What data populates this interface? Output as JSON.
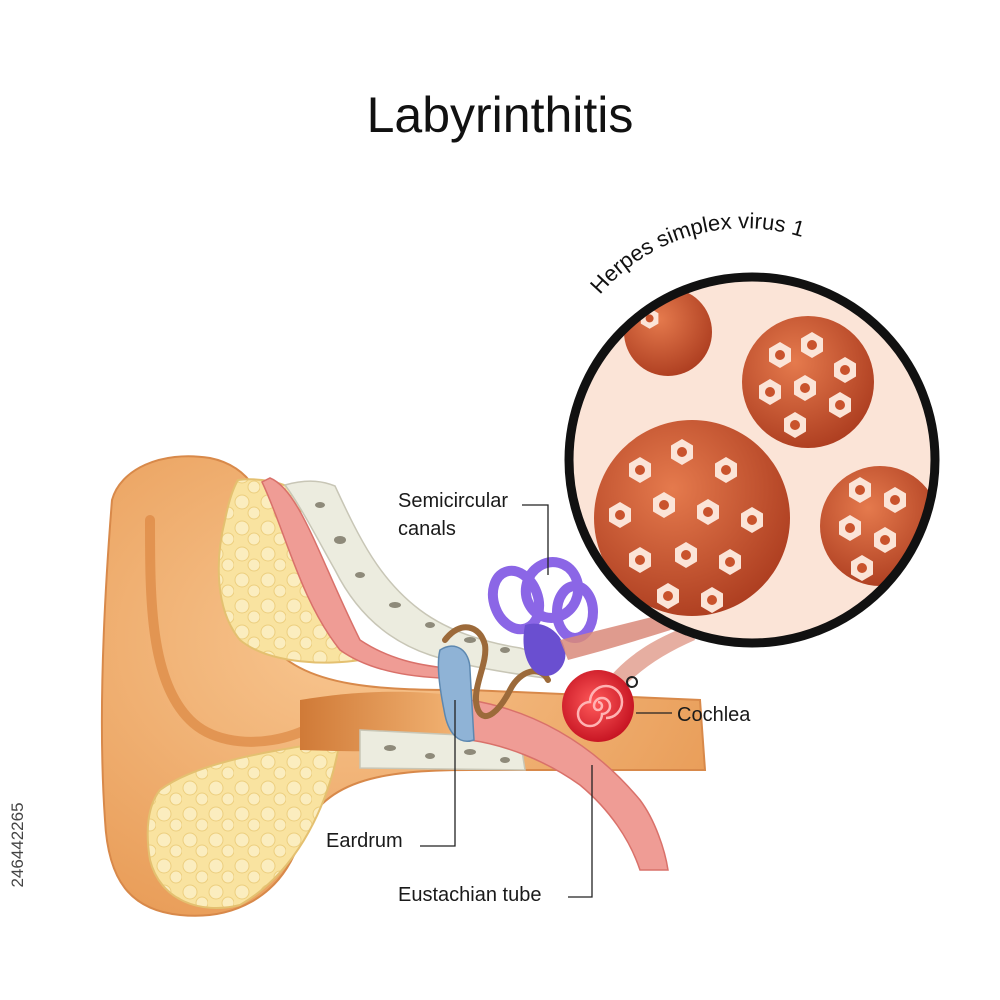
{
  "title": "Labyrinthitis",
  "virus_label": "Herpes simplex virus 1",
  "labels": {
    "semicircular_line1": "Semicircular",
    "semicircular_line2": "canals",
    "cochlea": "Cochlea",
    "eardrum": "Eardrum",
    "eustachian": "Eustachian tube"
  },
  "stock_id": "246442265",
  "colors": {
    "skin": "#f6b77a",
    "skin_dark": "#e79a55",
    "fat": "#f9e4a2",
    "bone": "#ececdf",
    "muscle": "#ef9c95",
    "canals": "#8b66e6",
    "cochlea": "#e0182b",
    "eardrum": "#8fb3d6",
    "virus": "#c9532c",
    "lens_bg": "#fbe4d7",
    "lens_ring": "#111111"
  }
}
